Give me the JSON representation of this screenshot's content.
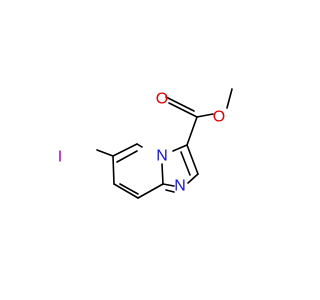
{
  "molecule": {
    "atoms": {
      "iodine": {
        "symbol": "I",
        "color": "#b000c0"
      },
      "bridge_nitrogen": {
        "symbol": "N",
        "color": "#1010e0"
      },
      "imidazole_nitrogen": {
        "symbol": "N",
        "color": "#1010e0"
      },
      "carbonyl_oxygen": {
        "symbol": "O",
        "color": "#e00000"
      },
      "ester_oxygen": {
        "symbol": "O",
        "color": "#e00000"
      }
    },
    "bond_color": "#000000",
    "background": "#ffffff"
  }
}
